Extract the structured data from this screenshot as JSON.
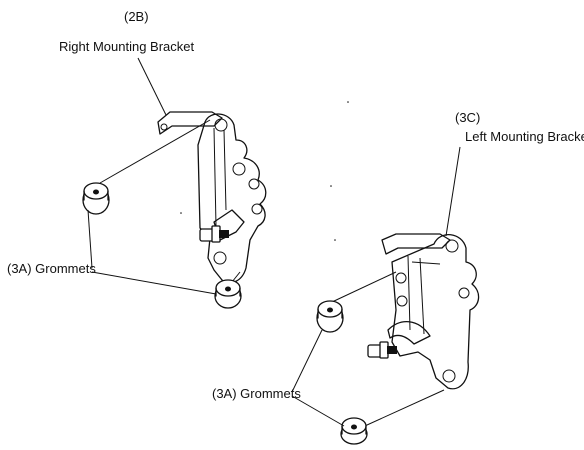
{
  "labels": {
    "right_bracket_ref": "(2B)",
    "right_bracket_name": "Right Mounting Bracket",
    "left_bracket_ref": "(3C)",
    "left_bracket_name": "Left Mounting Bracket",
    "grommets_upper": "(3A) Grommets",
    "grommets_lower": "(3A) Grommets"
  },
  "icons": [
    "right-mounting-bracket-icon",
    "left-mounting-bracket-icon",
    "grommet-icon"
  ]
}
